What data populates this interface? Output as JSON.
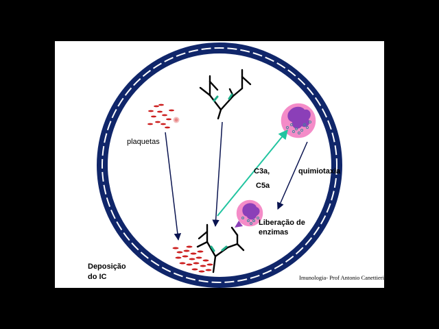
{
  "labels": {
    "plaquetas": "plaquetas",
    "c3a": "C3a,",
    "c5a": "C5a",
    "quimiotaxia": "quimiotaxia",
    "liberacao_line1": "Liberação de",
    "liberacao_line2": "enzimas",
    "deposicao_line1": "Deposição",
    "deposicao_line2": "do IC"
  },
  "footer": "Imunologia- Prof Antonio Canettieri",
  "colors": {
    "vessel_wall": "#10266a",
    "neutrophil_cell": "#f48cc8",
    "neutrophil_nucleus": "#8b3fb8",
    "granules": "#3c8a9c",
    "platelets": "#cc1f1f",
    "antibody": "#000000",
    "antigen_bond": "#1fae8a",
    "c3a_arrow": "#21c4a0",
    "arrows": "#0a1450"
  },
  "icons": [
    "antibody-icon",
    "neutrophil-icon",
    "platelet-icon"
  ]
}
